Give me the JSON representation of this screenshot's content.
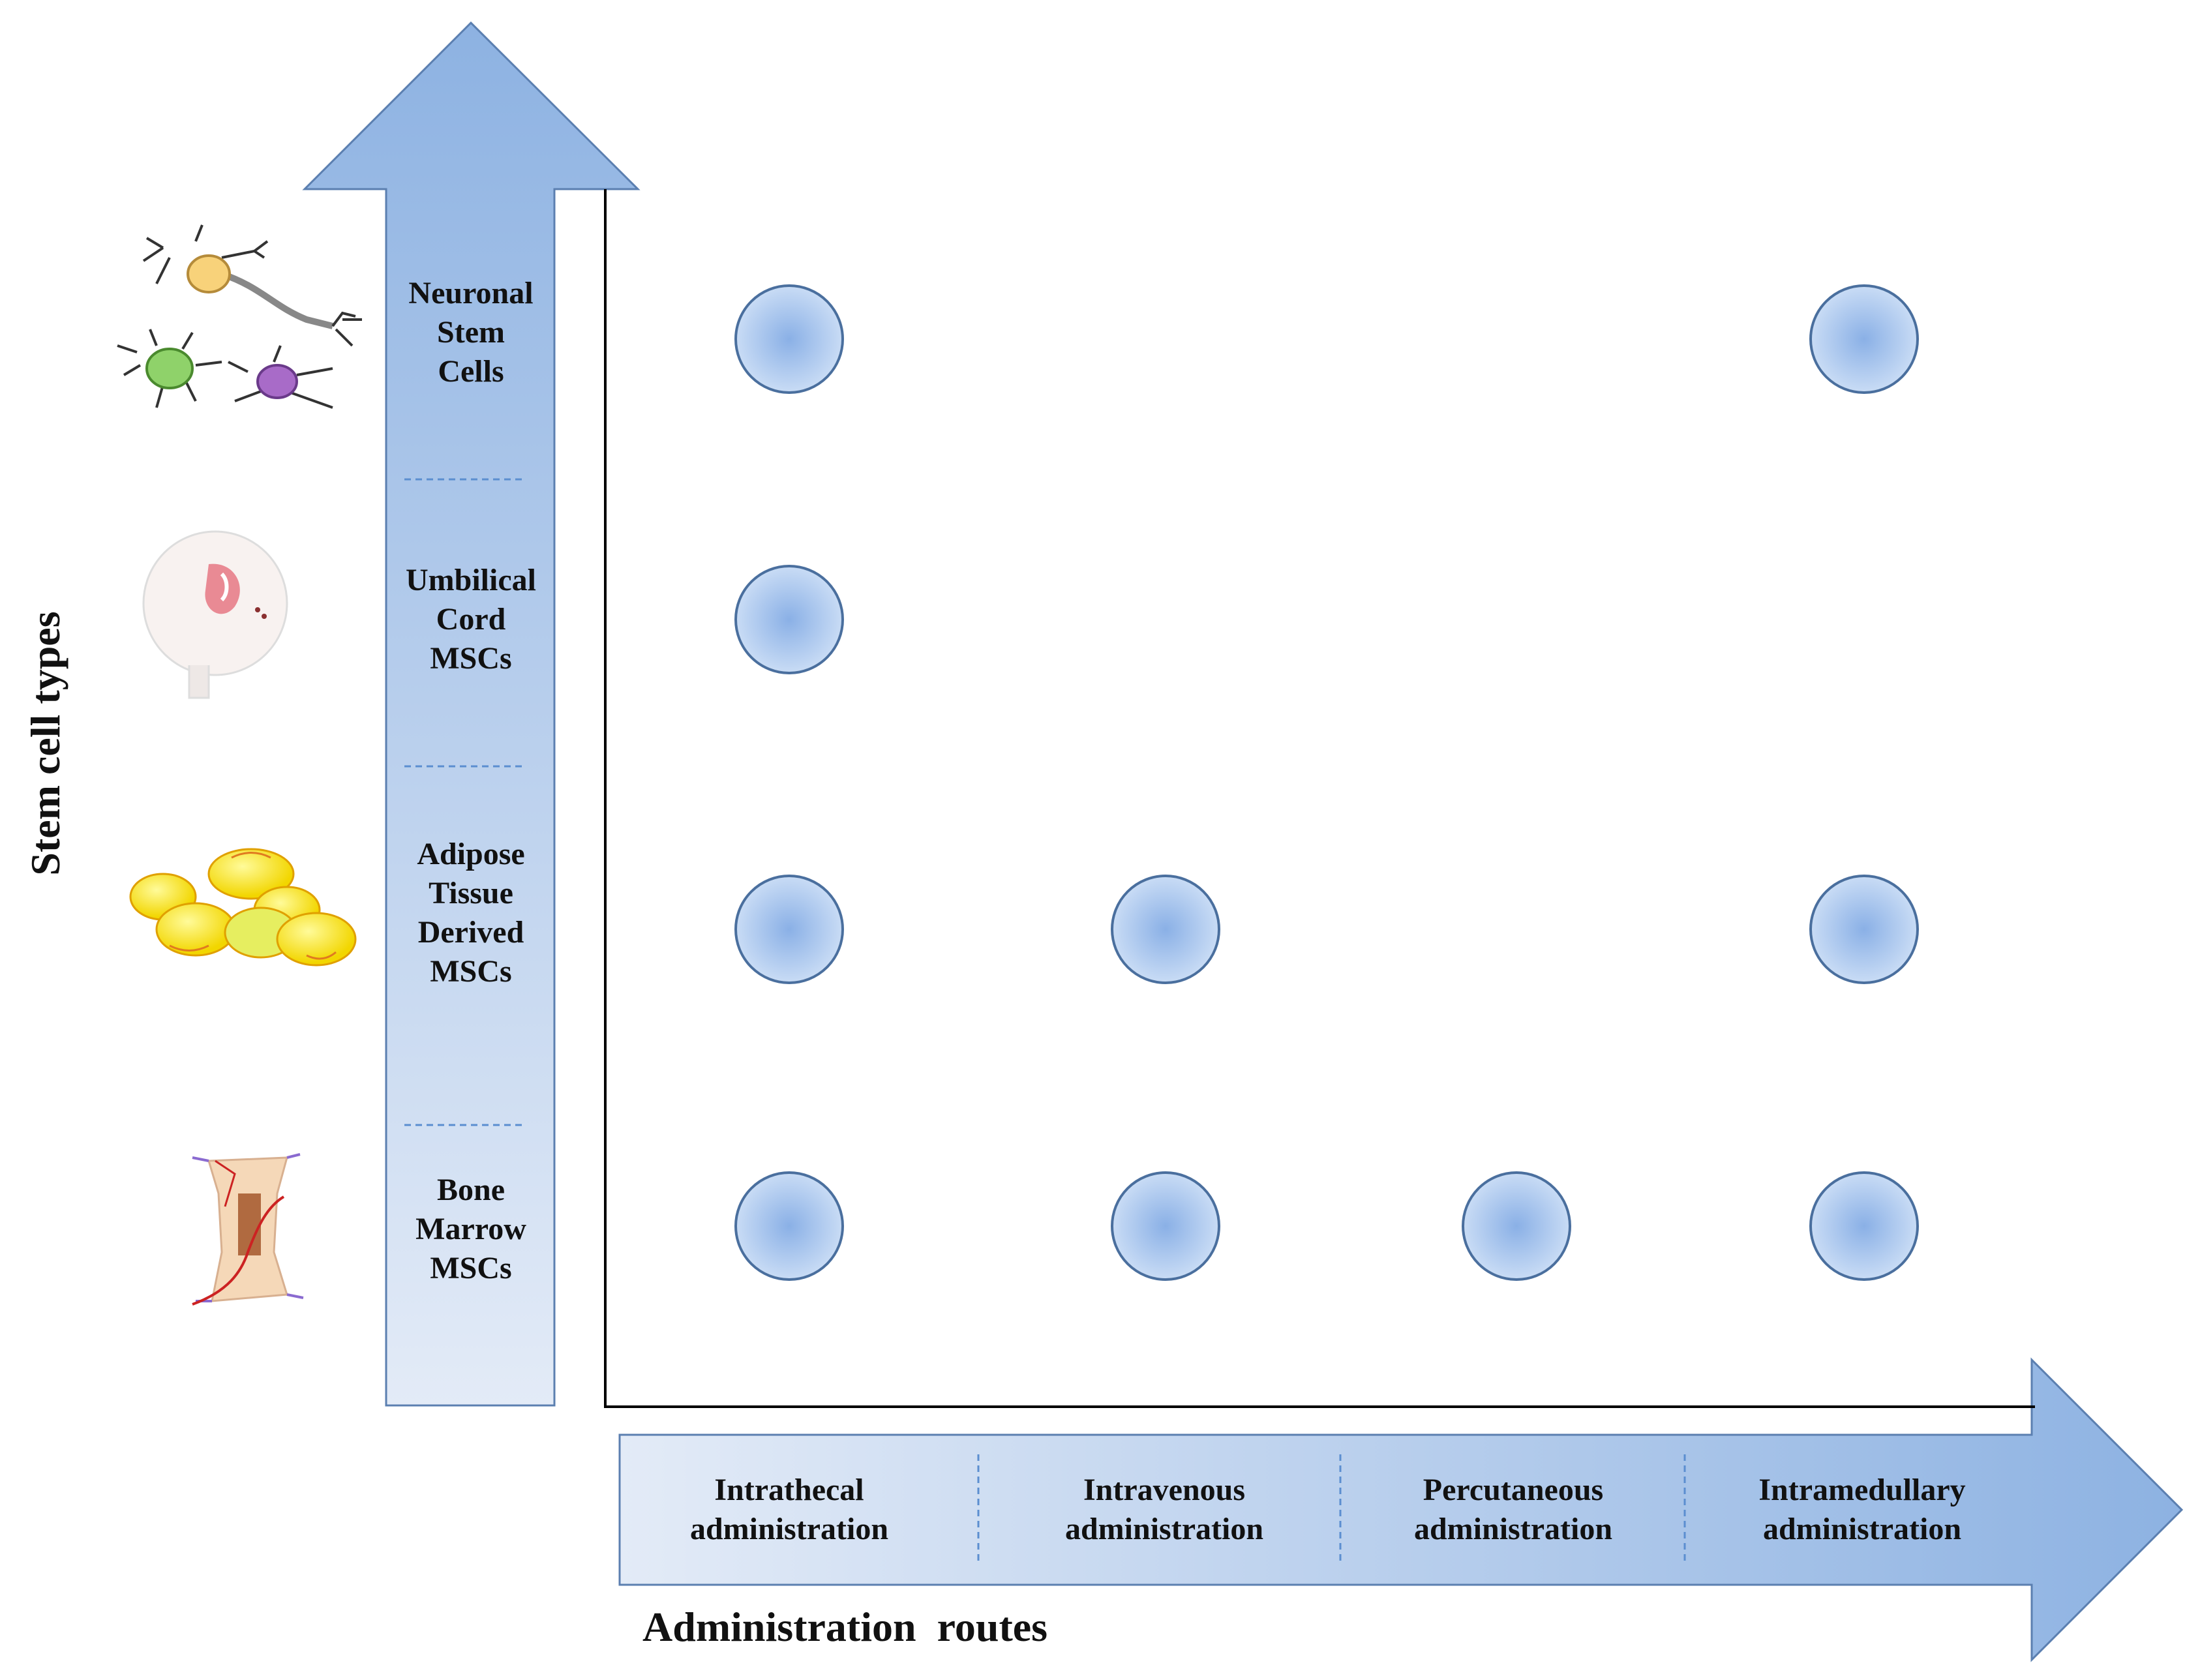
{
  "y_axis": {
    "title": "Stem cell types",
    "categories": [
      {
        "id": "neuronal",
        "lines": [
          "Neuronal",
          "Stem",
          "Cells"
        ],
        "icon": "neuron-icon"
      },
      {
        "id": "umbilical",
        "lines": [
          "Umbilical",
          "Cord",
          "MSCs"
        ],
        "icon": "umbilical-cord-icon"
      },
      {
        "id": "adipose",
        "lines": [
          "Adipose",
          "Tissue",
          "Derived",
          "MSCs"
        ],
        "icon": "adipose-cells-icon"
      },
      {
        "id": "bone",
        "lines": [
          "Bone",
          "Marrow",
          "MSCs"
        ],
        "icon": "bone-marrow-icon"
      }
    ]
  },
  "x_axis": {
    "title": "Administration  routes",
    "routes": [
      {
        "id": "intrathecal",
        "lines": [
          "Intrathecal",
          "administration"
        ]
      },
      {
        "id": "intravenous",
        "lines": [
          "Intravenous",
          "administration"
        ]
      },
      {
        "id": "percutaneous",
        "lines": [
          "Percutaneous",
          "administration"
        ]
      },
      {
        "id": "intramedullary",
        "lines": [
          "Intramedullary",
          "administration"
        ]
      }
    ]
  },
  "matrix": [
    {
      "cell": "neuronal",
      "routes": [
        "intrathecal",
        "intramedullary"
      ]
    },
    {
      "cell": "umbilical",
      "routes": [
        "intrathecal"
      ]
    },
    {
      "cell": "adipose",
      "routes": [
        "intrathecal",
        "intravenous",
        "intramedullary"
      ]
    },
    {
      "cell": "bone",
      "routes": [
        "intrathecal",
        "intravenous",
        "percutaneous",
        "intramedullary"
      ]
    }
  ],
  "colors": {
    "arrow_dark": "#8fb4e3",
    "arrow_light": "#e6edf8",
    "marker_fill": "#b6cff0",
    "marker_center": "#8ab0e6",
    "marker_stroke": "#4a6f9e",
    "divider": "#5b8ed0",
    "axis_line": "#000000"
  }
}
